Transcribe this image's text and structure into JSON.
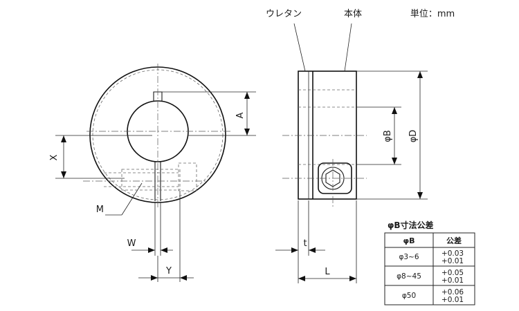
{
  "header": {
    "unit_label": "単位：mm"
  },
  "side_view": {
    "label_urethane": "ウレタン",
    "label_body": "本体"
  },
  "dimensions": {
    "A": "A",
    "X": "X",
    "M": "M",
    "W": "W",
    "Y": "Y",
    "B": "φB",
    "D": "φD",
    "t": "t",
    "L": "L"
  },
  "tolerance_table": {
    "title": "φB寸法公差",
    "headers": [
      "φB",
      "公差"
    ],
    "rows": [
      {
        "size": "φ3~6",
        "upper": "+0.03",
        "lower": "+0.01"
      },
      {
        "size": "φ8~45",
        "upper": "+0.05",
        "lower": "+0.01"
      },
      {
        "size": "φ50",
        "upper": "+0.06",
        "lower": "+0.01"
      }
    ]
  }
}
